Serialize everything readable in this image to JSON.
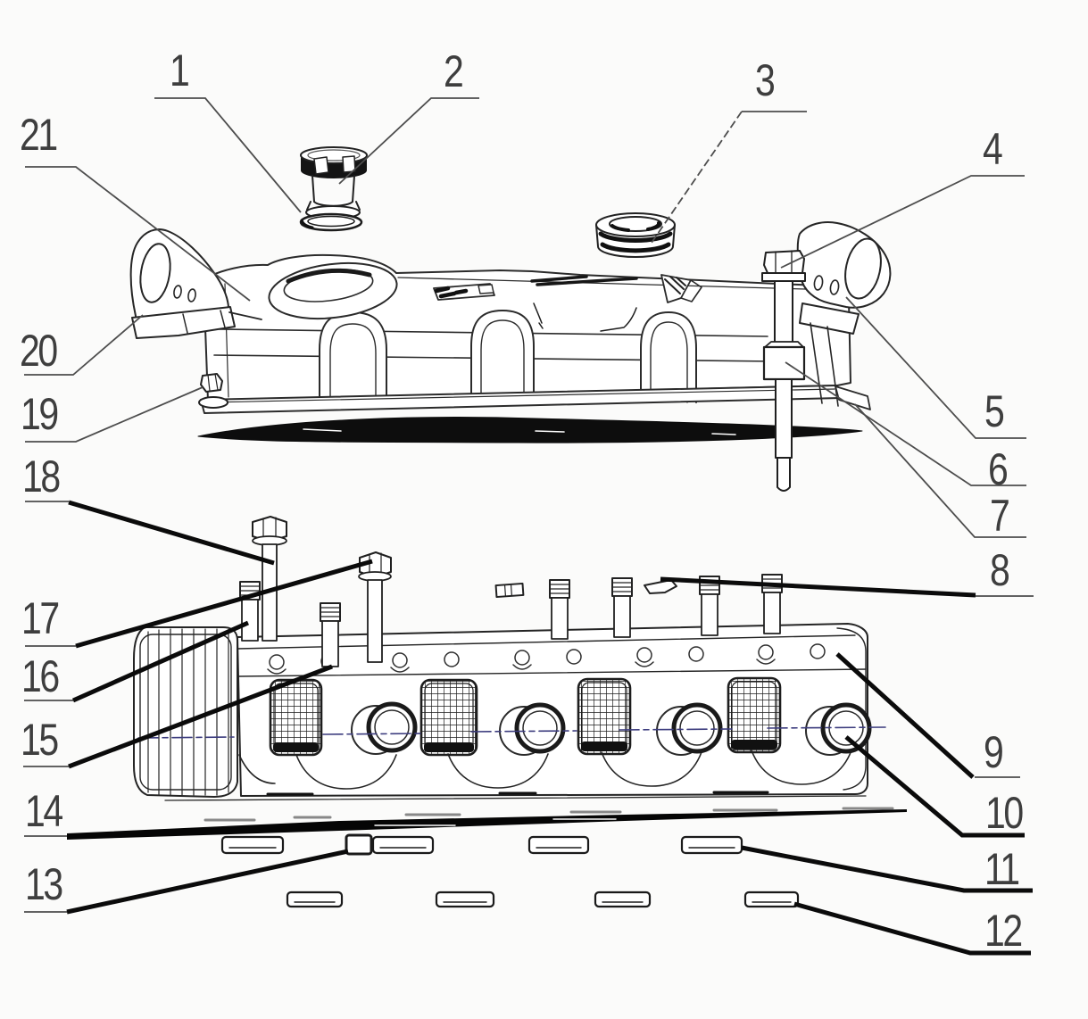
{
  "figure": {
    "kind": "exploded-parts-diagram",
    "background_color": "#fbfbfa",
    "line_color": "#2a2a2a",
    "centerline_color": "#3c3c7e",
    "leader_thick_color": "#0b0b0b",
    "callout_text_color": "#3e3e3e"
  },
  "callouts": [
    {
      "label": "1"
    },
    {
      "label": "2"
    },
    {
      "label": "3"
    },
    {
      "label": "4"
    },
    {
      "label": "5"
    },
    {
      "label": "6"
    },
    {
      "label": "7"
    },
    {
      "label": "8"
    },
    {
      "label": "9"
    },
    {
      "label": "10"
    },
    {
      "label": "11"
    },
    {
      "label": "12"
    },
    {
      "label": "13"
    },
    {
      "label": "14"
    },
    {
      "label": "15"
    },
    {
      "label": "16"
    },
    {
      "label": "17"
    },
    {
      "label": "18"
    },
    {
      "label": "19"
    },
    {
      "label": "20"
    },
    {
      "label": "21"
    }
  ]
}
